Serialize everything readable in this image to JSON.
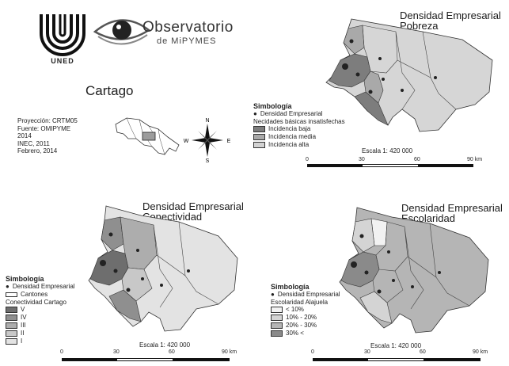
{
  "header": {
    "logo_left_main": "UNED",
    "logo_right_main": "Observatorio",
    "logo_right_sub": "de MiPYMES"
  },
  "region": {
    "title": "Cartago"
  },
  "info": {
    "lines": [
      "Proyección: CRTM05",
      "Fuente: OMIPYME",
      "2014",
      "INEC, 2011",
      "Febrero, 2014"
    ]
  },
  "compass": {
    "n": "N",
    "s": "S",
    "e": "E",
    "w": "W"
  },
  "maps": {
    "pobreza": {
      "title1": "Densidad Empresarial",
      "title2": "Pobreza",
      "legend_title": "Simbología",
      "legend_dot": "Densidad Empresarial",
      "legend_sub": "Necidades básicas insatisfechas",
      "items": [
        {
          "label": "Incidencia baja",
          "color": "#7d7d7d"
        },
        {
          "label": "Incidencia media",
          "color": "#a9a9a9"
        },
        {
          "label": "Incidencia alta",
          "color": "#d2d2d2"
        }
      ],
      "scale": "Escala 1: 420 000",
      "ticks": [
        "0",
        "30",
        "60",
        "90 km"
      ]
    },
    "conectividad": {
      "title1": "Densidad Empresarial",
      "title2": "Conectividad",
      "legend_title": "Simbología",
      "legend_dot": "Densidad Empresarial",
      "legend_cantones": "Cantones",
      "legend_sub": "Conectividad Cartago",
      "items": [
        {
          "label": "V",
          "color": "#6e6e6e"
        },
        {
          "label": "IV",
          "color": "#8f8f8f"
        },
        {
          "label": "III",
          "color": "#adadad"
        },
        {
          "label": "II",
          "color": "#c8c8c8"
        },
        {
          "label": "I",
          "color": "#e3e3e3"
        }
      ],
      "scale": "Escala 1: 420 000",
      "ticks": [
        "0",
        "30",
        "60",
        "90 km"
      ]
    },
    "escolaridad": {
      "title1": "Densidad Empresarial",
      "title2": "Escolaridad",
      "legend_title": "Simbología",
      "legend_dot": "Densidad Empresarial",
      "legend_sub": "Escolaridad Alajuela",
      "items": [
        {
          "label": "< 10%",
          "color": "#f2f2f2"
        },
        {
          "label": "10% - 20%",
          "color": "#d4d4d4"
        },
        {
          "label": "20% - 30%",
          "color": "#b5b5b5"
        },
        {
          "label": "30% <",
          "color": "#8a8a8a"
        }
      ],
      "scale": "Escala 1: 420 000",
      "ticks": [
        "0",
        "30",
        "60",
        "90 km"
      ]
    }
  }
}
